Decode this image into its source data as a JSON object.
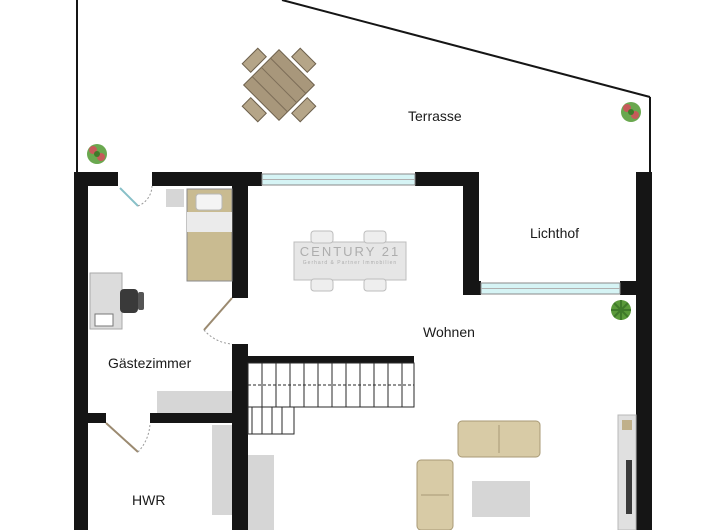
{
  "rooms": {
    "terrasse": "Terrasse",
    "lichthof": "Lichthof",
    "wohnen": "Wohnen",
    "gaestezimmer": "Gästezimmer",
    "hwr": "HWR"
  },
  "watermark": {
    "brand": "CENTURY 21",
    "sub": "Gerhard & Partner Immobilien"
  },
  "colors": {
    "wall": "#151515",
    "window": "#cfeff2",
    "furniture_gray": "#d6d6d6",
    "sofa": "#d8cba6",
    "bed": "#c7b98f",
    "plant": "#5a9a3a",
    "wood": "#9b8a70"
  }
}
